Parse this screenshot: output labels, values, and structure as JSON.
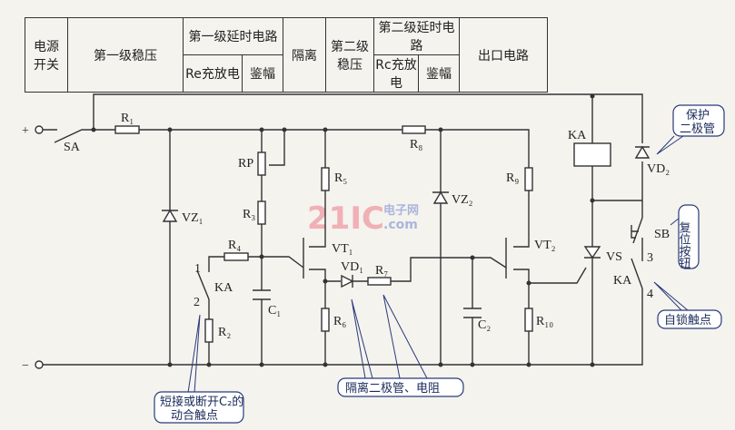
{
  "table": {
    "power_switch": "电源\n开关",
    "stage1_reg": "第一级稳压",
    "stage1_delay": "第一级延时电路",
    "stage1_charge": "Re充放电",
    "stage1_amp": "鉴幅",
    "isolation": "隔离",
    "stage2_reg": "第二级\n稳压",
    "stage2_delay": "第二级延时电路",
    "stage2_charge": "Rc充放电",
    "stage2_amp": "鉴幅",
    "output": "出口电路"
  },
  "labels": {
    "plus": "+",
    "minus": "−",
    "SA": "SA",
    "R1": "R₁",
    "VZ1": "VZ₁",
    "RP": "RP",
    "R3": "R₃",
    "R4": "R₄",
    "R2": "R₂",
    "KA1": "KA",
    "n1": "1",
    "n2": "2",
    "C1": "C₁",
    "R5": "R₅",
    "VT1": "VT₁",
    "VD1": "VD₁",
    "R6": "R₆",
    "R7": "R₇",
    "R8": "R₈",
    "VZ2": "VZ₂",
    "R9": "R₉",
    "VT2": "VT₂",
    "C2": "C₂",
    "R10": "R₁₀",
    "KA_coil": "KA",
    "VS": "VS",
    "VD2": "VD₂",
    "SB": "SB",
    "n3": "3",
    "KA2": "KA",
    "n4": "4"
  },
  "callouts": {
    "protect_diode": [
      "保护",
      "二极管"
    ],
    "reset_button": "复位按钮",
    "self_lock": "自锁触点",
    "short_c2": [
      "短接或断开C₂的",
      "动合触点"
    ],
    "isolation": "隔离二极管、电阻"
  },
  "watermark": {
    "main": "21IC",
    "sub1": "电子网",
    "sub2": ".com"
  }
}
